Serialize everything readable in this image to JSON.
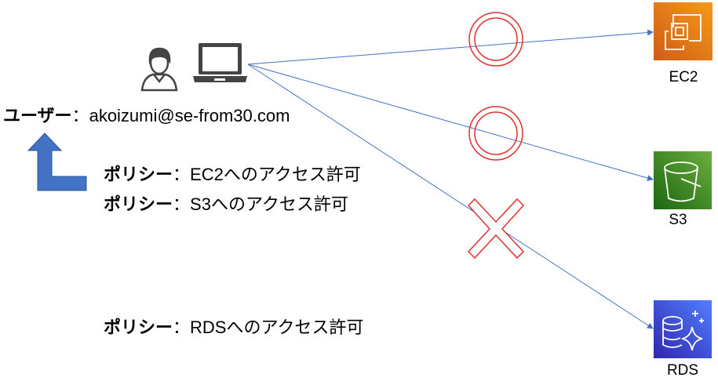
{
  "user": {
    "label": "ユーザー",
    "separator": "：",
    "email": "akoizumi@se-from30.com"
  },
  "policies": [
    {
      "label": "ポリシー",
      "separator": "：",
      "text": "EC2へのアクセス許可"
    },
    {
      "label": "ポリシー",
      "separator": "：",
      "text": "S3へのアクセス許可"
    },
    {
      "label": "ポリシー",
      "separator": "：",
      "text": "RDSへのアクセス許可"
    }
  ],
  "services": [
    {
      "name": "EC2",
      "access": "allowed",
      "color": "#E7750F"
    },
    {
      "name": "S3",
      "access": "allowed",
      "color": "#3F8624"
    },
    {
      "name": "RDS",
      "access": "denied",
      "color": "#3B48CC"
    }
  ],
  "colors": {
    "line": "#4472C4",
    "mark": "#E03030",
    "arrow": "#4472C4"
  }
}
